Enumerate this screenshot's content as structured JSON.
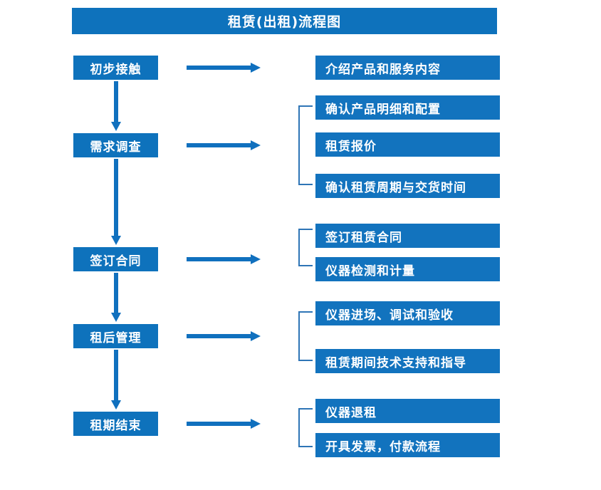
{
  "diagram": {
    "title": "租赁(出租)流程图",
    "colors": {
      "title_bar": "#0E72BC",
      "stage_box": "#0E72BC",
      "task_box": "#1273BE",
      "arrow": "#1070BE",
      "bracket": "#2E75B6",
      "text": "#FFFFFF",
      "background": "#FFFFFF"
    },
    "stages": [
      {
        "label": "初步接触"
      },
      {
        "label": "需求调查"
      },
      {
        "label": "签订合同"
      },
      {
        "label": "租后管理"
      },
      {
        "label": "租期结束"
      }
    ],
    "tasks": [
      {
        "label": "介绍产品和服务内容"
      },
      {
        "label": "确认产品明细和配置"
      },
      {
        "label": "租赁报价"
      },
      {
        "label": "确认租赁周期与交货时间"
      },
      {
        "label": "签订租赁合同"
      },
      {
        "label": "仪器检测和计量"
      },
      {
        "label": "仪器进场、调试和验收"
      },
      {
        "label": "租赁期间技术支持和指导"
      },
      {
        "label": "仪器退租"
      },
      {
        "label": "开具发票，付款流程"
      }
    ],
    "groups": [
      {
        "name": "需求调查-tasks",
        "task_labels": [
          "确认产品明细和配置",
          "租赁报价",
          "确认租赁周期与交货时间"
        ]
      },
      {
        "name": "签订合同-tasks",
        "task_labels": [
          "签订租赁合同",
          "仪器检测和计量"
        ]
      },
      {
        "name": "租后管理-tasks",
        "task_labels": [
          "仪器进场、调试和验收",
          "租赁期间技术支持和指导"
        ]
      },
      {
        "name": "租期结束-tasks",
        "task_labels": [
          "仪器退租",
          "开具发票，付款流程"
        ]
      }
    ]
  }
}
